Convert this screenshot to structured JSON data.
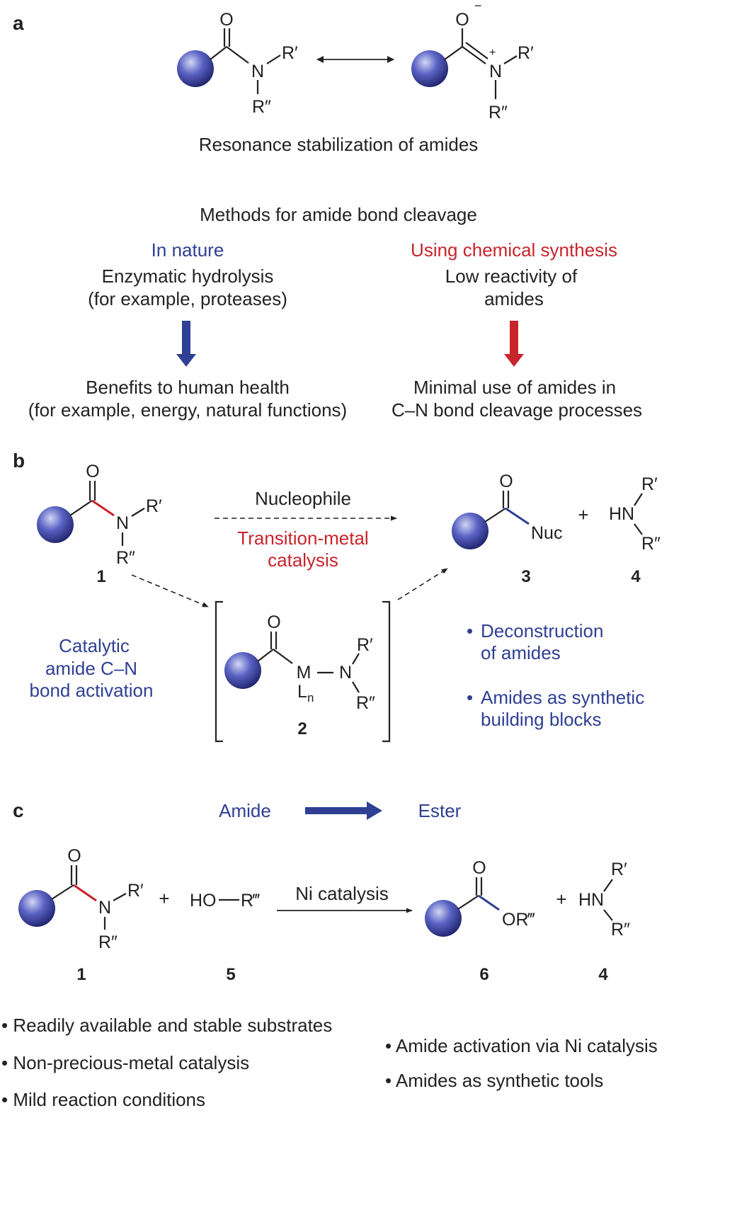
{
  "colors": {
    "blue": "#2f3f94",
    "red": "#c8242c",
    "text": "#222222",
    "ball_light": "#d2d6f4",
    "ball_mid": "#5a63c4",
    "ball_dark": "#1d2168"
  },
  "panel_a": {
    "label": "a",
    "resonance": {
      "o": "O",
      "n": "N",
      "r1": "R′",
      "r2": "R″",
      "o_minus": "O",
      "minus": "−",
      "plus": "+",
      "caption": "Resonance stabilization of amides"
    },
    "methods_title": "Methods for amide bond cleavage",
    "nature": {
      "heading": "In nature",
      "line1": "Enzymatic hydrolysis",
      "line2": "(for example, proteases)",
      "result1": "Benefits to human health",
      "result2": "(for example, energy, natural functions)"
    },
    "synthesis": {
      "heading": "Using chemical synthesis",
      "line1": "Low reactivity of",
      "line2": "amides",
      "result1": "Minimal use of amides in",
      "result2": "C–N bond cleavage processes"
    }
  },
  "panel_b": {
    "label": "b",
    "o": "O",
    "n": "N",
    "r1": "R′",
    "r2": "R″",
    "compound1": "1",
    "nucleophile": "Nucleophile",
    "tm1": "Transition-metal",
    "tm2": "catalysis",
    "product_o": "O",
    "nuc": "Nuc",
    "plus": "+",
    "hn": "HN",
    "hn_r1": "R′",
    "hn_r2": "R″",
    "compound3": "3",
    "compound4": "4",
    "intermediate": {
      "o": "O",
      "m": "M",
      "dash": "—",
      "n": "N",
      "l": "L",
      "sub": "n",
      "r1": "R′",
      "r2": "R″",
      "label": "2"
    },
    "activation1": "Catalytic",
    "activation2": "amide C–N",
    "activation3": "bond activation",
    "bullet": "•",
    "bullet1_line1": "Deconstruction",
    "bullet1_line2": "of amides",
    "bullet2_line1": "Amides as synthetic",
    "bullet2_line2": "building blocks"
  },
  "panel_c": {
    "label": "c",
    "amide": "Amide",
    "ester": "Ester",
    "o": "O",
    "n": "N",
    "r1": "R′",
    "r2": "R″",
    "plus": "+",
    "alcohol": "HO",
    "alcohol_r": "R‴",
    "ni": "Ni catalysis",
    "ester_o": "O",
    "ester_or": "OR‴",
    "hn": "HN",
    "hn_r1": "R′",
    "hn_r2": "R″",
    "c1": "1",
    "c5": "5",
    "c6": "6",
    "c4": "4",
    "bullets_left": [
      "• Readily available and stable substrates",
      "• Non-precious-metal catalysis",
      "• Mild reaction conditions"
    ],
    "bullets_right": [
      "• Amide activation via Ni catalysis",
      "• Amides as synthetic tools"
    ]
  }
}
